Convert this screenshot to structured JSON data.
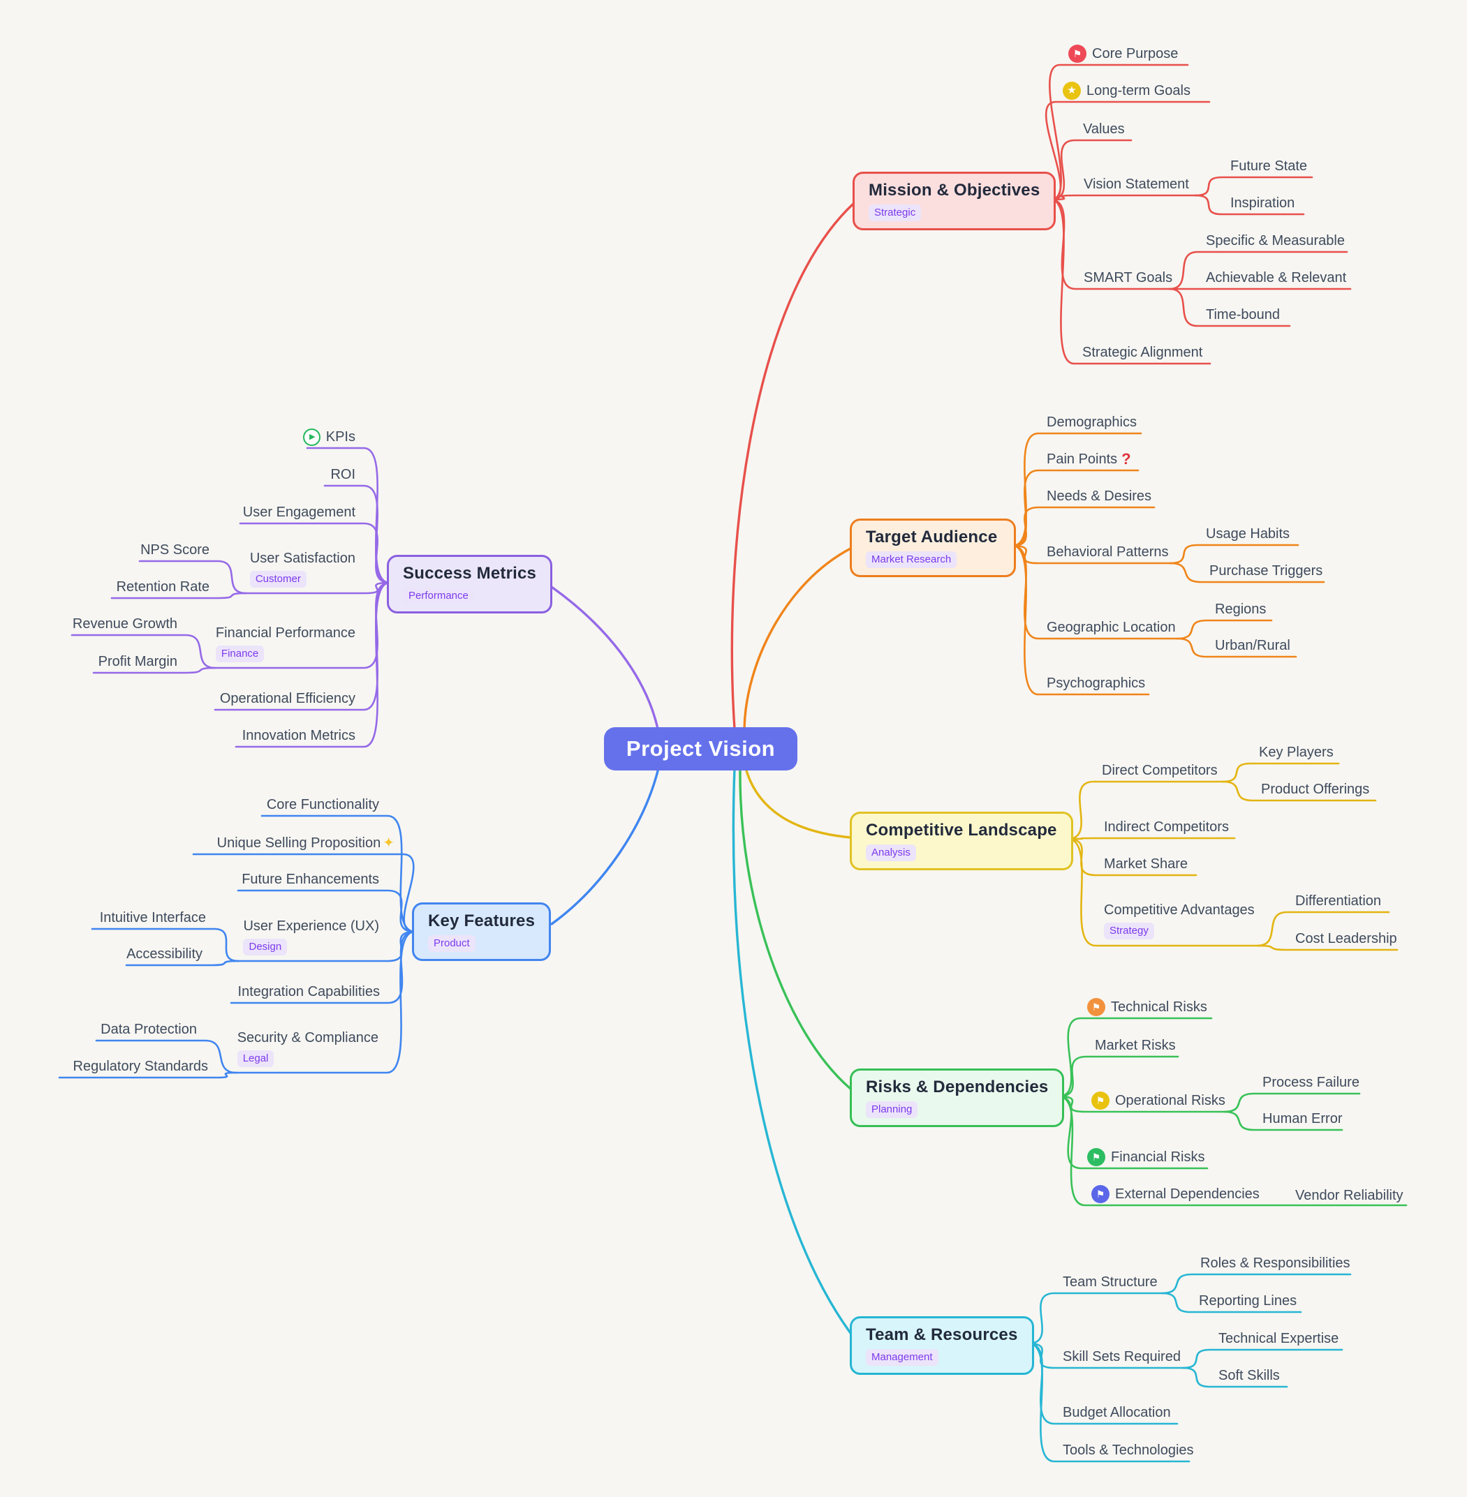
{
  "root": {
    "label": "Project Vision"
  },
  "colors": {
    "background": "#f7f6f2",
    "center_node": "#6571eb",
    "mission": "#e8504b",
    "target_audience": "#f08419",
    "competitive": "#e3b512",
    "risks": "#39c158",
    "team": "#27b6d4",
    "success_metrics": "#9569e8",
    "key_features": "#3f85f0",
    "tag_bg": "#ece4fa",
    "tag_text": "#7c3aed",
    "label_text": "#3e4a5c"
  },
  "branches": [
    {
      "label": "Mission & Objectives",
      "tag": "Strategic",
      "children": [
        {
          "label": "Core Purpose",
          "icon": "red-flag-badge"
        },
        {
          "label": "Long-term Goals",
          "icon": "yellow-star-badge"
        },
        {
          "label": "Values"
        },
        {
          "label": "Vision Statement",
          "children": [
            {
              "label": "Future State"
            },
            {
              "label": "Inspiration"
            }
          ]
        },
        {
          "label": "SMART Goals",
          "children": [
            {
              "label": "Specific & Measurable"
            },
            {
              "label": "Achievable & Relevant"
            },
            {
              "label": "Time-bound"
            }
          ]
        },
        {
          "label": "Strategic Alignment"
        }
      ]
    },
    {
      "label": "Target Audience",
      "tag": "Market Research",
      "children": [
        {
          "label": "Demographics"
        },
        {
          "label": "Pain Points",
          "suffix": "?"
        },
        {
          "label": "Needs & Desires"
        },
        {
          "label": "Behavioral Patterns",
          "children": [
            {
              "label": "Usage Habits"
            },
            {
              "label": "Purchase Triggers"
            }
          ]
        },
        {
          "label": "Geographic Location",
          "children": [
            {
              "label": "Regions"
            },
            {
              "label": "Urban/Rural"
            }
          ]
        },
        {
          "label": "Psychographics"
        }
      ]
    },
    {
      "label": "Competitive Landscape",
      "tag": "Analysis",
      "children": [
        {
          "label": "Direct Competitors",
          "children": [
            {
              "label": "Key Players"
            },
            {
              "label": "Product Offerings"
            }
          ]
        },
        {
          "label": "Indirect Competitors"
        },
        {
          "label": "Market Share"
        },
        {
          "label": "Competitive Advantages",
          "tag": "Strategy",
          "children": [
            {
              "label": "Differentiation"
            },
            {
              "label": "Cost Leadership"
            }
          ]
        }
      ]
    },
    {
      "label": "Risks & Dependencies",
      "tag": "Planning",
      "children": [
        {
          "label": "Technical Risks",
          "icon": "orange-flag-badge"
        },
        {
          "label": "Market Risks"
        },
        {
          "label": "Operational Risks",
          "icon": "yellow-flag-badge",
          "children": [
            {
              "label": "Process Failure"
            },
            {
              "label": "Human Error"
            }
          ]
        },
        {
          "label": "Financial Risks",
          "icon": "green-flag-badge"
        },
        {
          "label": "External Dependencies",
          "icon": "indigo-flag-badge",
          "children": [
            {
              "label": "Vendor Reliability"
            }
          ]
        }
      ]
    },
    {
      "label": "Team & Resources",
      "tag": "Management",
      "children": [
        {
          "label": "Team Structure",
          "children": [
            {
              "label": "Roles & Responsibilities"
            },
            {
              "label": "Reporting Lines"
            }
          ]
        },
        {
          "label": "Skill Sets Required",
          "children": [
            {
              "label": "Technical Expertise"
            },
            {
              "label": "Soft Skills"
            }
          ]
        },
        {
          "label": "Budget Allocation"
        },
        {
          "label": "Tools & Technologies"
        }
      ]
    },
    {
      "label": "Success Metrics",
      "tag": "Performance",
      "children": [
        {
          "label": "KPIs",
          "icon": "green-play-badge"
        },
        {
          "label": "ROI"
        },
        {
          "label": "User Engagement"
        },
        {
          "label": "User Satisfaction",
          "tag": "Customer",
          "children": [
            {
              "label": "NPS Score"
            },
            {
              "label": "Retention Rate"
            }
          ]
        },
        {
          "label": "Financial Performance",
          "tag": "Finance",
          "children": [
            {
              "label": "Revenue Growth"
            },
            {
              "label": "Profit Margin"
            }
          ]
        },
        {
          "label": "Operational Efficiency"
        },
        {
          "label": "Innovation Metrics"
        }
      ]
    },
    {
      "label": "Key Features",
      "tag": "Product",
      "children": [
        {
          "label": "Core Functionality"
        },
        {
          "label": "Unique Selling Proposition",
          "suffix": "✦"
        },
        {
          "label": "Future Enhancements"
        },
        {
          "label": "User Experience (UX)",
          "tag": "Design",
          "children": [
            {
              "label": "Intuitive Interface"
            },
            {
              "label": "Accessibility"
            }
          ]
        },
        {
          "label": "Integration Capabilities"
        },
        {
          "label": "Security & Compliance",
          "tag": "Legal",
          "children": [
            {
              "label": "Data Protection"
            },
            {
              "label": "Regulatory Standards"
            }
          ]
        }
      ]
    }
  ]
}
